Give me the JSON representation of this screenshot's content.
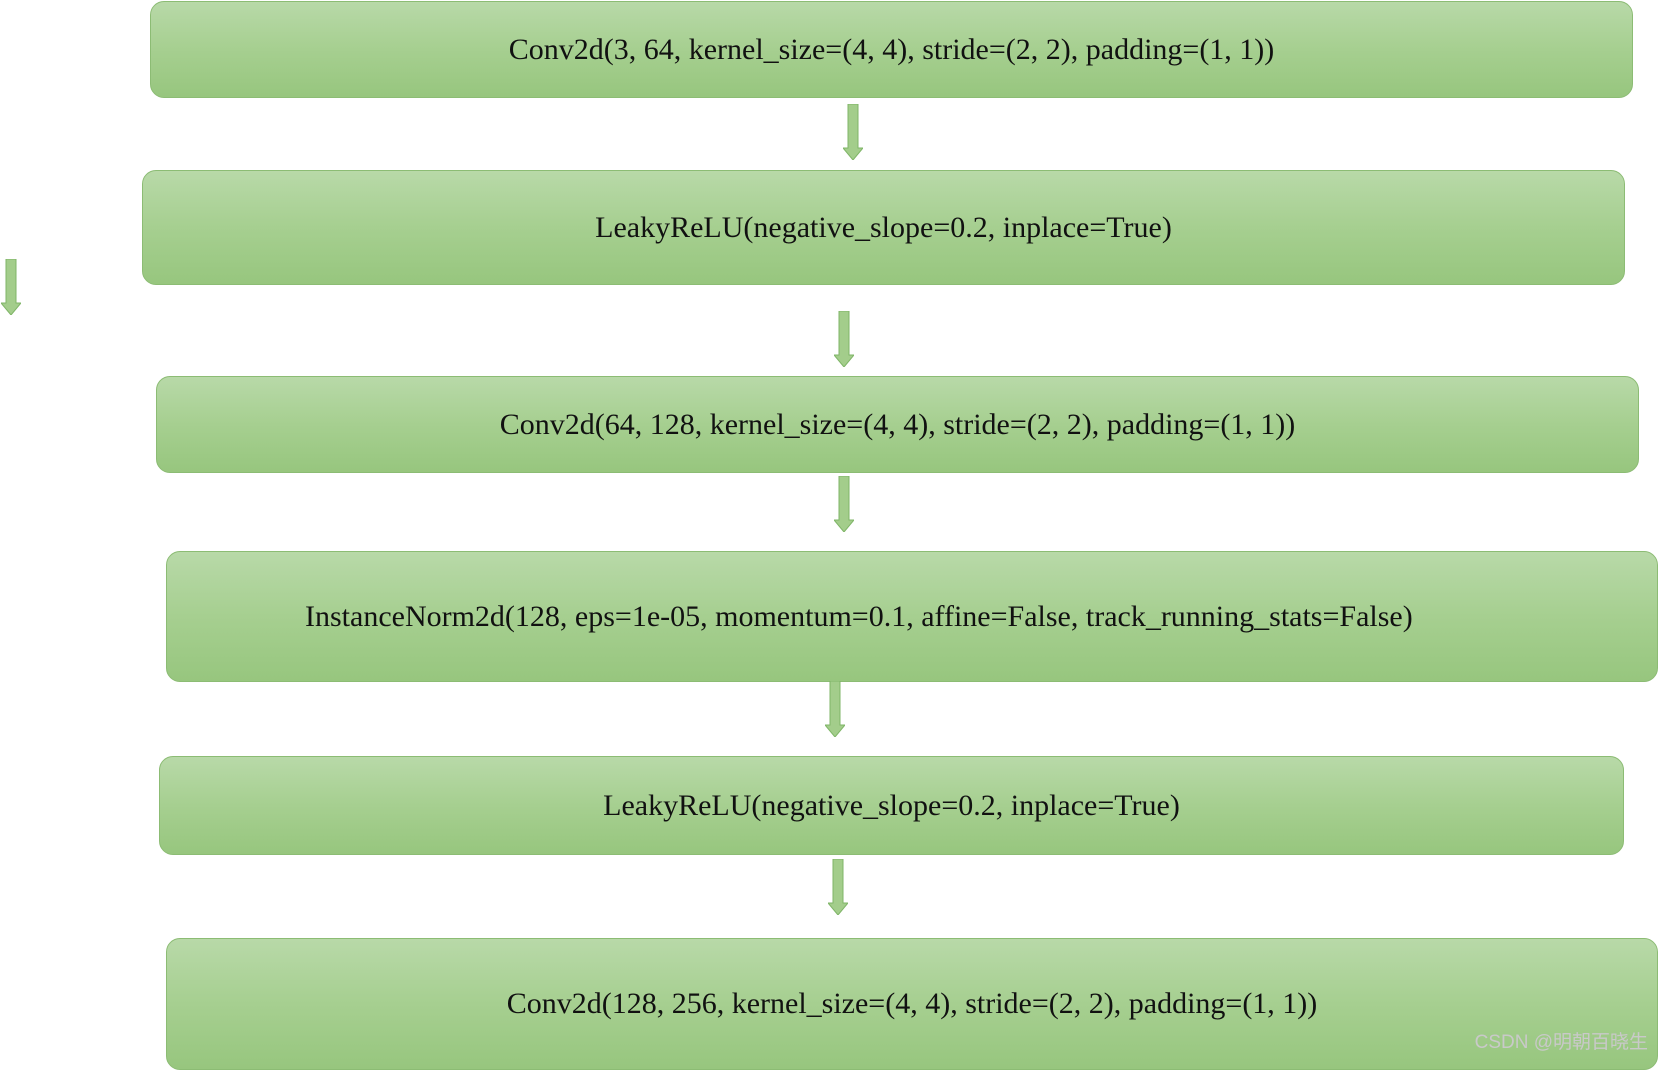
{
  "diagram": {
    "nodes": [
      {
        "id": "conv1",
        "label": "Conv2d(3, 64, kernel_size=(4, 4), stride=(2, 2), padding=(1, 1))"
      },
      {
        "id": "lrelu1",
        "label": "LeakyReLU(negative_slope=0.2, inplace=True)"
      },
      {
        "id": "conv2",
        "label": "Conv2d(64, 128, kernel_size=(4, 4), stride=(2, 2), padding=(1, 1))"
      },
      {
        "id": "inorm1",
        "label": "InstanceNorm2d(128, eps=1e-05, momentum=0.1, affine=False, track_running_stats=False)"
      },
      {
        "id": "lrelu2",
        "label": "LeakyReLU(negative_slope=0.2, inplace=True)"
      },
      {
        "id": "conv3",
        "label": "Conv2d(128, 256, kernel_size=(4, 4), stride=(2, 2), padding=(1, 1))"
      }
    ],
    "edges": [
      {
        "from": "conv1",
        "to": "lrelu1"
      },
      {
        "from": "lrelu1",
        "to": "conv2"
      },
      {
        "from": "conv2",
        "to": "inorm1"
      },
      {
        "from": "inorm1",
        "to": "lrelu2"
      },
      {
        "from": "lrelu2",
        "to": "conv3"
      }
    ],
    "stray_arrow": true
  },
  "colors": {
    "box_fill_top": "#b8d9a8",
    "box_fill_bottom": "#97c67e",
    "box_border": "#8cbc74",
    "arrow_fill": "#a3cd8b",
    "arrow_stroke": "#7fb567"
  },
  "watermark": "CSDN @明朝百晓生"
}
